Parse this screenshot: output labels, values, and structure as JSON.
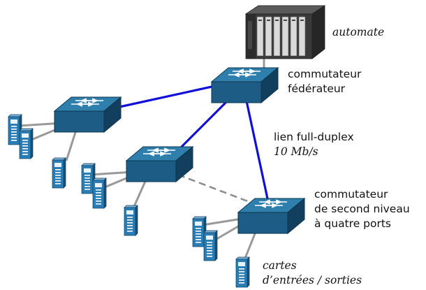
{
  "labels": {
    "automate": "automate",
    "federateur_line1": "commutateur",
    "federateur_line2": "fédérateur",
    "lien_line1": "lien full-duplex",
    "lien_line2": "10 Mb/s",
    "second_line1": "commutateur",
    "second_line2": "de second niveau",
    "second_line3": "à quatre ports",
    "cartes_line1": "cartes",
    "cartes_line2": "d’entrées / sorties"
  },
  "colors": {
    "link_blue": "#1010d8",
    "link_gray": "#999999",
    "link_dashed": "#8c8c8c",
    "switch_top": "#2f7fad",
    "switch_front": "#1d5c84",
    "switch_side": "#123f5d",
    "io_card": "#2a7db4",
    "plc_body": "#3a3a3a"
  },
  "icons": {
    "switch": "network-switch-icon",
    "io_card": "io-card-icon",
    "plc": "plc-automate-icon"
  }
}
